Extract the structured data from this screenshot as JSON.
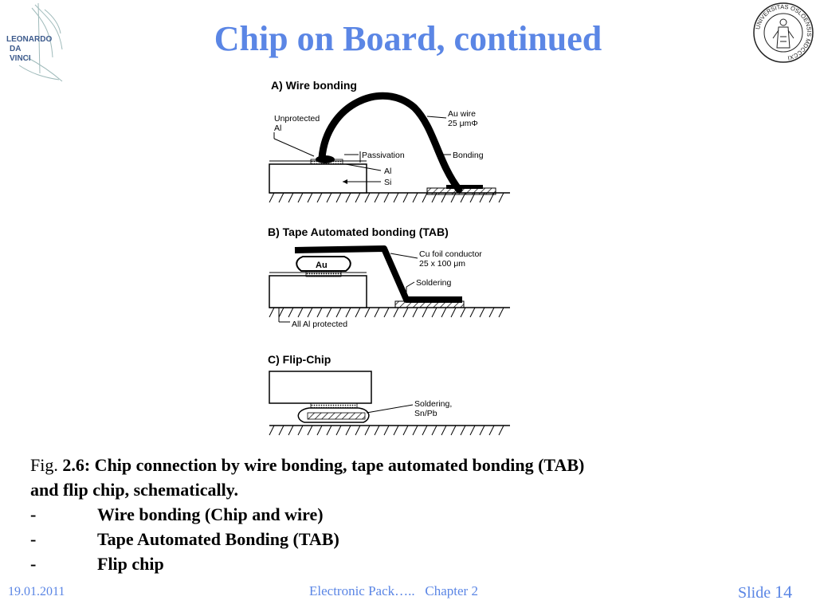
{
  "slide": {
    "title": "Chip on Board, continued",
    "logo_text": [
      "LEONARDO",
      "DA",
      "VINCI"
    ],
    "seal_text": "UNIVERSITAS OSLOENSIS MDCCCXI"
  },
  "figure": {
    "panel_a": {
      "heading": "A)  Wire bonding",
      "label_unprotected": "Unprotected",
      "label_al_top": "Al",
      "label_au_wire": "Au wire",
      "label_25um": "25 μmΦ",
      "label_passivation": "Passivation",
      "label_bonding": "Bonding",
      "label_al": "Al",
      "label_si": "Si"
    },
    "panel_b": {
      "heading": "B)  Tape Automated bonding (TAB)",
      "label_au": "Au",
      "label_cu_foil": "Cu foil conductor",
      "label_cu_dims": "25 x 100 μm",
      "label_soldering": "Soldering",
      "label_all_al": "All Al protected"
    },
    "panel_c": {
      "heading": "C)  Flip-Chip",
      "label_soldering": "Soldering,",
      "label_snpb": "Sn/Pb"
    }
  },
  "caption": {
    "fig_prefix": "Fig. ",
    "fig_bold": "2.6: Chip connection by wire bonding, tape automated bonding (TAB)",
    "line2": "and flip chip, schematically.",
    "bullets": [
      {
        "dash": "-",
        "text": "Wire bonding (Chip and wire)"
      },
      {
        "dash": "-",
        "text": "Tape Automated Bonding (TAB)"
      },
      {
        "dash": "-",
        "text": "Flip chip"
      }
    ]
  },
  "footer": {
    "date": "19.01.2011",
    "center": "Electronic Pack…..   Chapter 2",
    "slide_label": "Slide ",
    "slide_number": "14"
  }
}
